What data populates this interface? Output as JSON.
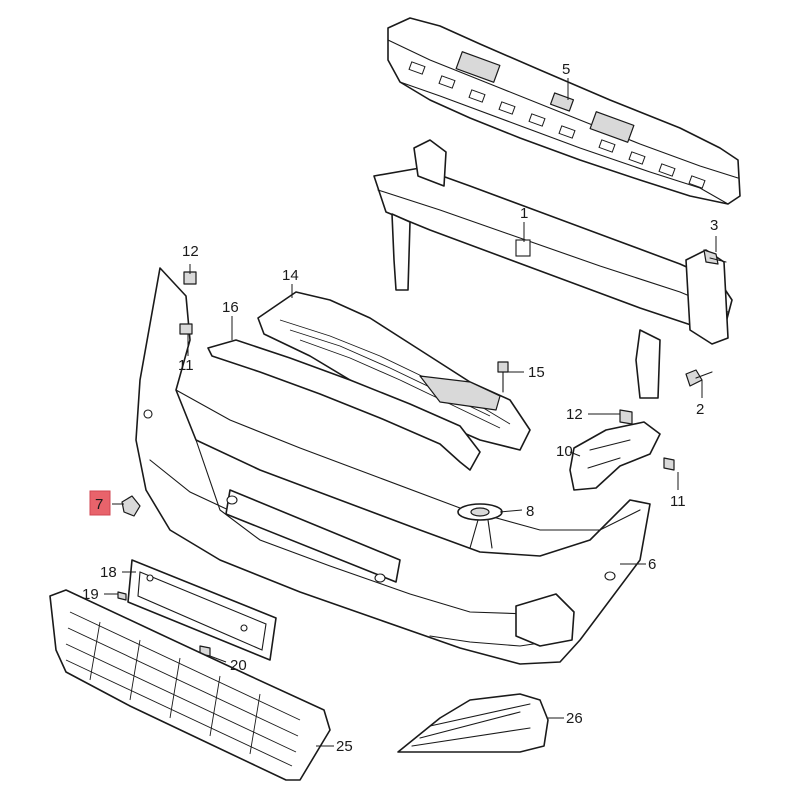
{
  "diagram": {
    "highlight_color": "#e8636b",
    "line_color": "#1a1a1a",
    "callouts": [
      {
        "id": "c1",
        "label": "1"
      },
      {
        "id": "c2",
        "label": "2"
      },
      {
        "id": "c3",
        "label": "3"
      },
      {
        "id": "c5",
        "label": "5"
      },
      {
        "id": "c6",
        "label": "6"
      },
      {
        "id": "c7",
        "label": "7",
        "highlighted": true
      },
      {
        "id": "c8",
        "label": "8"
      },
      {
        "id": "c10",
        "label": "10"
      },
      {
        "id": "c11a",
        "label": "11"
      },
      {
        "id": "c11b",
        "label": "11"
      },
      {
        "id": "c12a",
        "label": "12"
      },
      {
        "id": "c12b",
        "label": "12"
      },
      {
        "id": "c14",
        "label": "14"
      },
      {
        "id": "c15",
        "label": "15"
      },
      {
        "id": "c16",
        "label": "16"
      },
      {
        "id": "c18",
        "label": "18"
      },
      {
        "id": "c19",
        "label": "19"
      },
      {
        "id": "c20",
        "label": "20"
      },
      {
        "id": "c25",
        "label": "25"
      },
      {
        "id": "c26",
        "label": "26"
      }
    ]
  }
}
